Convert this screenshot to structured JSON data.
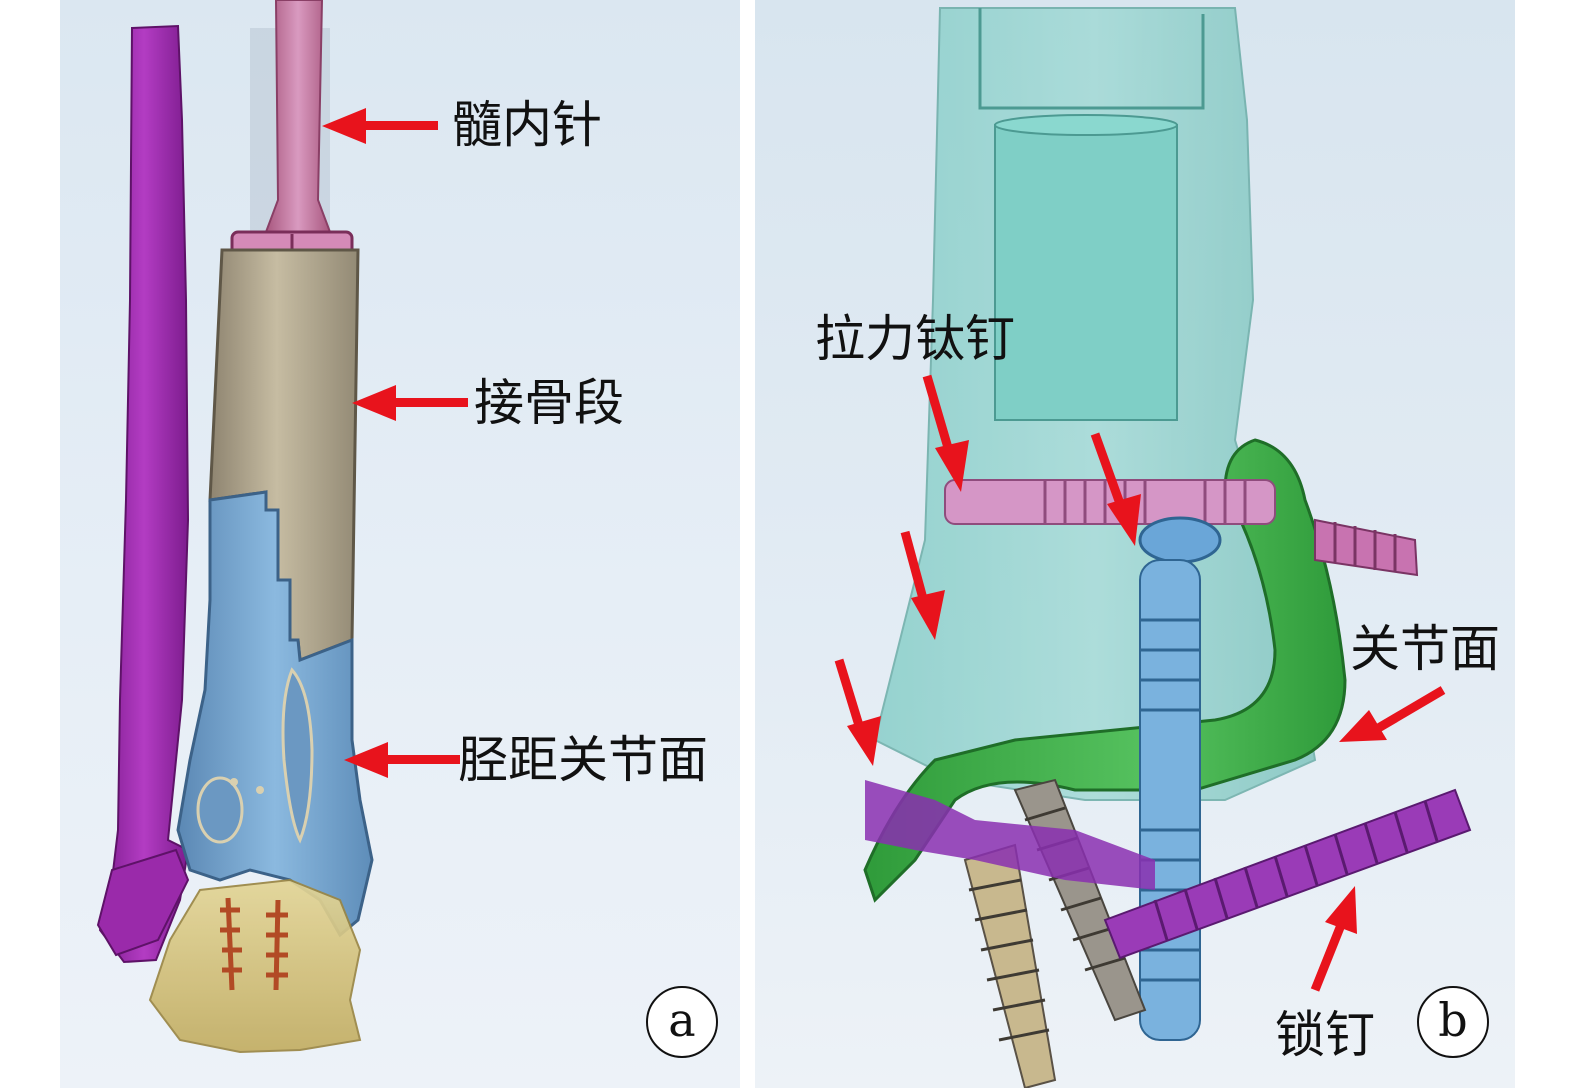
{
  "panel_a": {
    "letter": "a",
    "labels": {
      "intramedullary_nail": "髓内针",
      "bone_connection_segment": "接骨段",
      "tibiotalar_articular_surface": "胫距关节面"
    }
  },
  "panel_b": {
    "letter": "b",
    "labels": {
      "lag_titanium_screw": "拉力钛钉",
      "articular_surface": "关节面",
      "locking_screw": "锁钉"
    }
  },
  "colors": {
    "arrow": "#e8131c",
    "fibula": "#a12db0",
    "nail": "#cf7fb0",
    "bone_segment": "#b7ac92",
    "tibial_component": "#79a9d2",
    "talus": "#d5c47c",
    "translucent_block": "#7dc9c2",
    "articular_plate": "#3fb04a",
    "locking_screw": "#9a3bb7"
  }
}
